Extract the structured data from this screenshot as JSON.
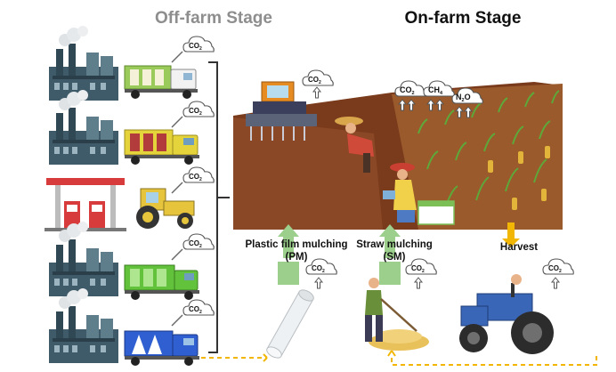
{
  "titles": {
    "off_farm": "Off-farm Stage",
    "on_farm": "On-farm Stage"
  },
  "labels": {
    "plastic_film": "Plastic film mulching",
    "plastic_film_abbr": "(PM)",
    "straw": "Straw mulching",
    "straw_abbr": "(SM)",
    "harvest": "Harvest"
  },
  "gases": {
    "co2": "CO",
    "co2_sub": "2",
    "ch4": "CH",
    "ch4_sub": "4",
    "n2o_n": "N",
    "n2o_sub": "2",
    "n2o_o": "O"
  },
  "colors": {
    "off_farm_title": "#8e8e8e",
    "on_farm_title": "#111111",
    "soil": "#7a3b1c",
    "green_arrow": "#9ccf8c",
    "dashed_arrow": "#f2b705",
    "harvest_arrow": "#f2b705"
  }
}
